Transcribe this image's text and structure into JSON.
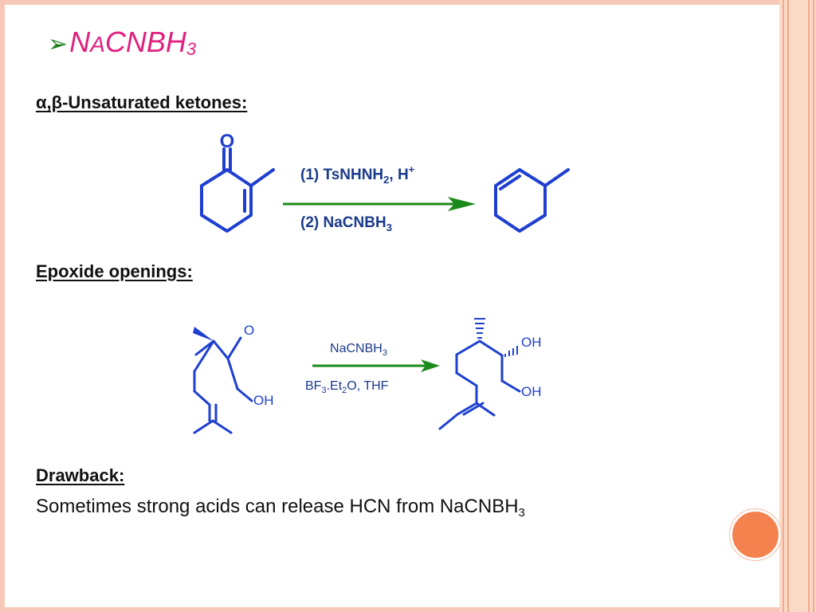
{
  "slide": {
    "title_bullet": "➢",
    "title_parts": {
      "n": "N",
      "a": "A",
      "rest": "CNBH",
      "sub": "3"
    },
    "heading1": "α,β-Unsaturated ketones:",
    "reaction1": {
      "oxygen_label": "O",
      "cond1_prefix": "(1) TsNHNH",
      "cond1_sub": "2",
      "cond1_suffix": ", H",
      "cond1_sup": "+",
      "cond2_prefix": "(2) NaCNBH",
      "cond2_sub": "3"
    },
    "heading2": "Epoxide openings:",
    "reaction2": {
      "epoxide_o": "O",
      "oh_label": "OH",
      "cond_top_prefix": "NaCNBH",
      "cond_top_sub": "3",
      "cond_bot_prefix": "BF",
      "cond_bot_sub1": "3",
      "cond_bot_mid": ".Et",
      "cond_bot_sub2": "2",
      "cond_bot_suffix": "O, THF",
      "prod_oh1": "OH",
      "prod_oh2": "OH"
    },
    "heading3": "Drawback:",
    "drawback_prefix": "Sometimes strong acids can release HCN from NaCNBH",
    "drawback_sub": "3"
  },
  "colors": {
    "title": "#e0217f",
    "bullet": "#1a7d1a",
    "structure": "#1e3fd0",
    "condition": "#1a3a8a",
    "arrow": "#1a8a1a",
    "accent": "#f4824f"
  }
}
